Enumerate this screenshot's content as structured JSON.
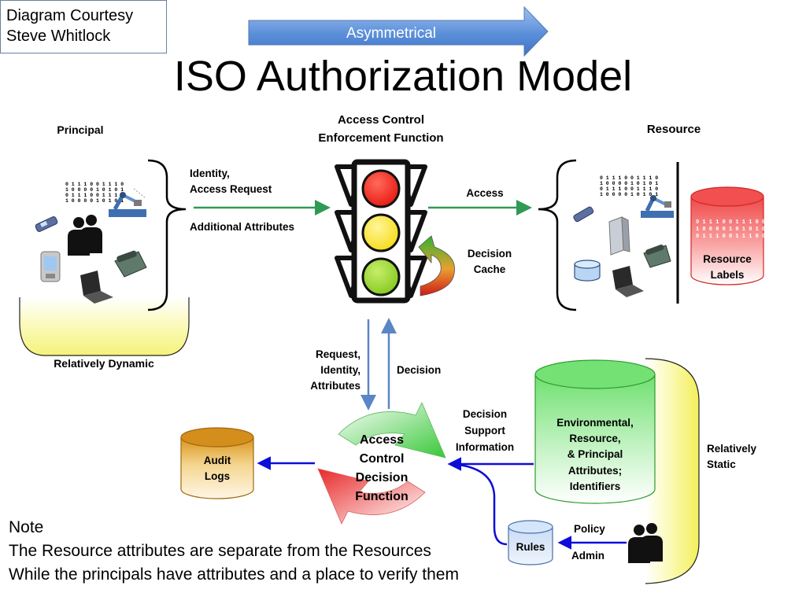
{
  "credit": {
    "line1": "Diagram Courtesy",
    "line2": "Steve Whitlock"
  },
  "banner": {
    "label": "Asymmetrical"
  },
  "title": "ISO Authorization Model",
  "principal": {
    "heading": "Principal",
    "caption": "Relatively Dynamic",
    "binary_lines": [
      "0 1 1 1  0 0 1 1 1  0",
      "1 0 0 0 0 1  0 1  0 1",
      "0 1 1 1  0 0 1 1 1  0",
      "1 0 0 0 0 1  0 1  0 1"
    ]
  },
  "request_labels": {
    "line1": "Identity,",
    "line2": "Access Request",
    "line3": "Additional Attributes"
  },
  "acef": {
    "line1": "Access Control",
    "line2": "Enforcement Function"
  },
  "access_label": "Access",
  "cache": {
    "line1": "Decision",
    "line2": "Cache"
  },
  "resource": {
    "heading": "Resource",
    "binary_lines": [
      "0 1 1 1  0 0 1 1 1  0",
      "1 0 0 0 0 1  0 1  0 1",
      "0 1 1 1  0 0 1 1 1  0",
      "1 0 0 0 0 1  0 1  0 1"
    ],
    "labels_db": {
      "line1": "Resource",
      "line2": "Labels"
    }
  },
  "down_arrow_label": {
    "line1": "Request,",
    "line2": "Identity,",
    "line3": "Attributes"
  },
  "up_arrow_label": "Decision",
  "acdf": {
    "line1": "Access",
    "line2": "Control",
    "line3": "Decision",
    "line4": "Function"
  },
  "audit": {
    "line1": "Audit",
    "line2": "Logs"
  },
  "dsi": {
    "line1": "Decision",
    "line2": "Support",
    "line3": "Information"
  },
  "env_db": {
    "line1": "Environmental,",
    "line2": "Resource,",
    "line3": "& Principal",
    "line4": "Attributes;",
    "line5": "Identifiers"
  },
  "static_caption": {
    "line1": "Relatively",
    "line2": "Static"
  },
  "rules": "Rules",
  "policy_label": "Policy",
  "admin_label": "Admin",
  "note": {
    "line1": "Note",
    "line2": "The Resource attributes are separate from the Resources",
    "line3": "While the principals have attributes and a place to verify them"
  },
  "colors": {
    "traffic_red": "#e8170f",
    "traffic_yellow": "#f5dc14",
    "traffic_green": "#84c81e",
    "arrow_green": "#2f9a55",
    "arrow_blue": "#5b86c5",
    "arrow_navy": "#0d0dd8",
    "banner_blue": "#5b8fd9",
    "glow_yellow": "#f5f27a"
  }
}
